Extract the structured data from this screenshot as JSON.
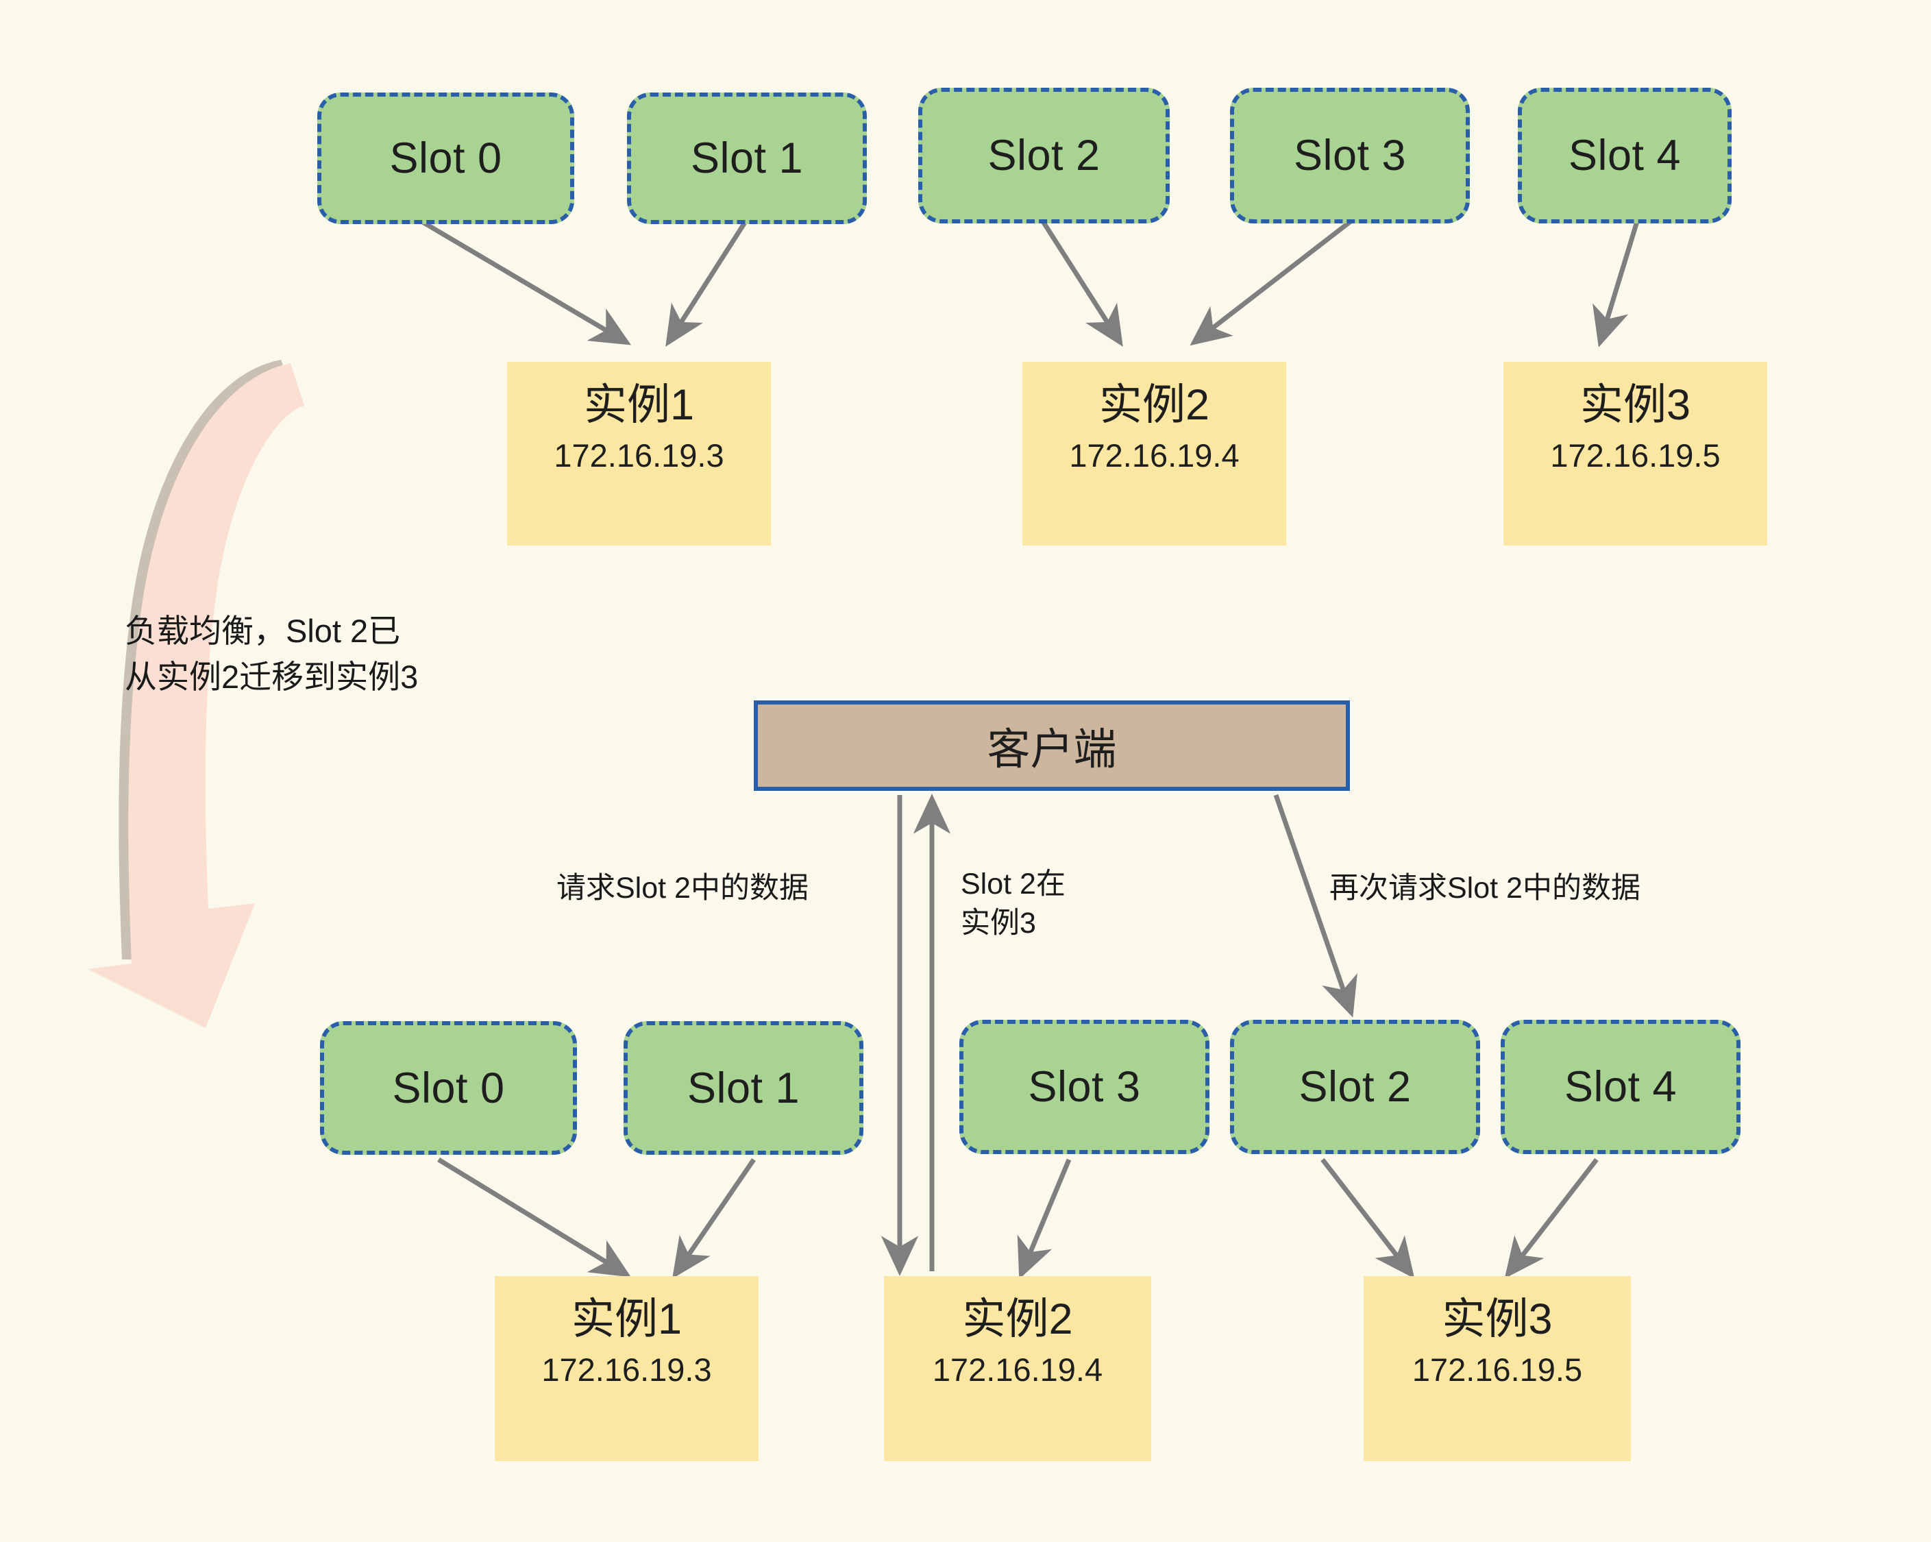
{
  "diagram": {
    "title_text_present": false,
    "colors": {
      "background": "#FBF8EC",
      "slot_fill": "#A9D393",
      "slot_border": "#2B5EA8",
      "instance_fill": "#FBE6A2",
      "client_fill": "#CDB69E",
      "client_border": "#2B5EA8",
      "arrow": "#7F7F7F",
      "migration_arrow_fill": "#FBDFD2",
      "migration_arrow_shadow": "#C9BFB2",
      "text": "#1A1A1A"
    },
    "top_section": {
      "slots": [
        {
          "label": "Slot 0"
        },
        {
          "label": "Slot 1"
        },
        {
          "label": "Slot 2"
        },
        {
          "label": "Slot 3"
        },
        {
          "label": "Slot 4"
        }
      ],
      "instances": [
        {
          "name": "实例1",
          "ip": "172.16.19.3"
        },
        {
          "name": "实例2",
          "ip": "172.16.19.4"
        },
        {
          "name": "实例3",
          "ip": "172.16.19.5"
        }
      ],
      "mapping": [
        {
          "slot": "Slot 0",
          "instance": "实例1"
        },
        {
          "slot": "Slot 1",
          "instance": "实例1"
        },
        {
          "slot": "Slot 2",
          "instance": "实例2"
        },
        {
          "slot": "Slot 3",
          "instance": "实例2"
        },
        {
          "slot": "Slot 4",
          "instance": "实例3"
        }
      ]
    },
    "migration_note": "负载均衡，Slot 2已\n从实例2迁移到实例3",
    "client": {
      "label": "客户端"
    },
    "edge_labels": {
      "request_slot2": "请求Slot 2中的数据",
      "slot2_moved": "Slot 2在\n实例3",
      "request_again": "再次请求Slot 2中的数据"
    },
    "bottom_section": {
      "slots": [
        {
          "label": "Slot 0"
        },
        {
          "label": "Slot 1"
        },
        {
          "label": "Slot 3"
        },
        {
          "label": "Slot 2"
        },
        {
          "label": "Slot 4"
        }
      ],
      "instances": [
        {
          "name": "实例1",
          "ip": "172.16.19.3"
        },
        {
          "name": "实例2",
          "ip": "172.16.19.4"
        },
        {
          "name": "实例3",
          "ip": "172.16.19.5"
        }
      ],
      "mapping": [
        {
          "slot": "Slot 0",
          "instance": "实例1"
        },
        {
          "slot": "Slot 1",
          "instance": "实例1"
        },
        {
          "slot": "Slot 3",
          "instance": "实例2"
        },
        {
          "slot": "Slot 2",
          "instance": "实例3"
        },
        {
          "slot": "Slot 4",
          "instance": "实例3"
        }
      ]
    }
  }
}
